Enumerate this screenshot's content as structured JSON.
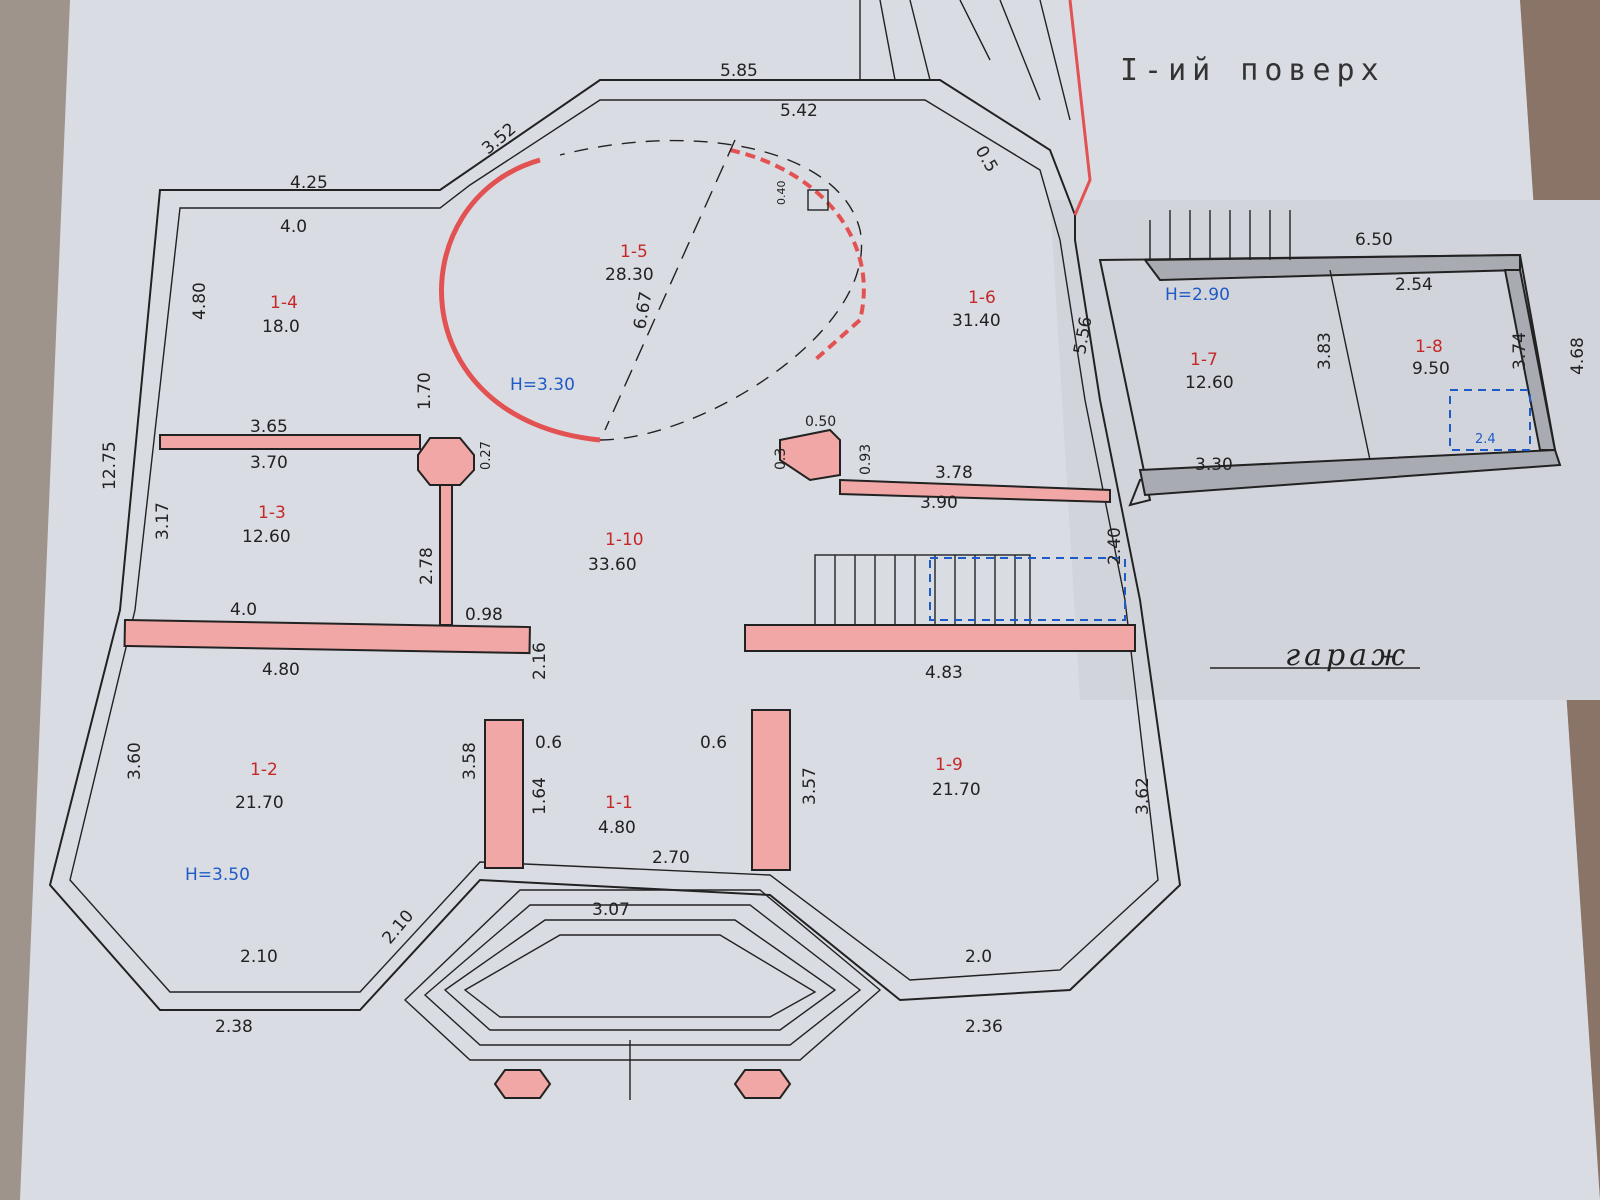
{
  "title": "I-ий поверх",
  "garage_label": "гараж",
  "rooms": [
    {
      "id": "1-1",
      "area": "4.80"
    },
    {
      "id": "1-2",
      "area": "21.70"
    },
    {
      "id": "1-3",
      "area": "12.60"
    },
    {
      "id": "1-4",
      "area": "18.0"
    },
    {
      "id": "1-5",
      "area": "28.30"
    },
    {
      "id": "1-6",
      "area": "31.40"
    },
    {
      "id": "1-7",
      "area": "12.60"
    },
    {
      "id": "1-8",
      "area": "9.50"
    },
    {
      "id": "1-9",
      "area": "21.70"
    },
    {
      "id": "1-10",
      "area": "33.60"
    }
  ],
  "heights": {
    "main": "H=3.50",
    "hall": "H=3.30",
    "garage": "H=2.90"
  },
  "dimensions": {
    "top_outer": "5.85",
    "top_inner": "5.42",
    "diag_left": "3.52",
    "diag_right": "0.5",
    "left_top": "4.25",
    "r4_top": "4.0",
    "r4_side": "4.80",
    "r4_bottom_top": "3.65",
    "r3_top": "3.70",
    "outer_left": "12.75",
    "r3_side": "3.17",
    "r3_bottom": "4.0",
    "r3_partition": "2.78",
    "door_gap": "1.70",
    "column": "0.27",
    "hall_dia": "6.67",
    "chimney": "0.40",
    "r2_top": "4.80",
    "r2_side": "3.60",
    "r2_partition": "3.58",
    "bottom_left": "2.10",
    "bottom_left_outer": "2.38",
    "bottom_left_diag": "2.10",
    "door_width": "0.98",
    "entry_side": "2.16",
    "entry_depth": "1.64",
    "niche_l": "0.6",
    "niche_r": "0.6",
    "entry_door": "2.70",
    "porch": "3.07",
    "r9_top": "4.83",
    "r9_side_left": "3.57",
    "r9_side_right": "3.62",
    "bottom_right": "2.0",
    "bottom_right_outer": "2.36",
    "pillar_w": "0.50",
    "pillar_h": "0.3",
    "pillar_d": "0.93",
    "wall_a": "3.78",
    "wall_b": "3.90",
    "stair_w": "2.40",
    "r6_side": "5.56",
    "garage_top": "6.50",
    "r8_top": "2.54",
    "r7_div": "3.83",
    "r8_side": "3.74",
    "garage_outer": "4.68",
    "garage_bottom": "3.30",
    "pit": "2.4"
  }
}
